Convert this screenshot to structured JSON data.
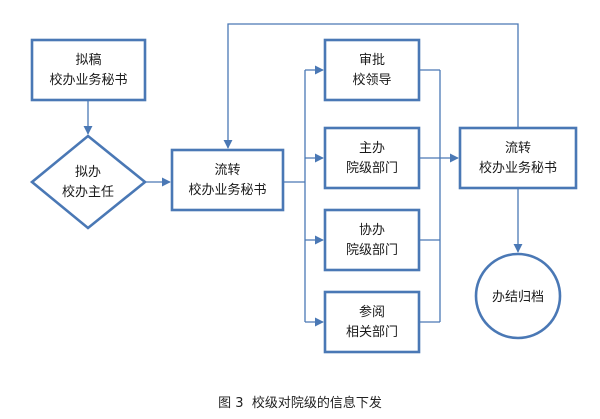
{
  "diagram": {
    "nodes": {
      "draft": {
        "line1": "拟稿",
        "line2": "校办业务秘书"
      },
      "director": {
        "line1": "拟办",
        "line2": "校办主任"
      },
      "circulate1": {
        "line1": "流转",
        "line2": "校办业务秘书"
      },
      "approve": {
        "line1": "审批",
        "line2": "校领导"
      },
      "lead_dept": {
        "line1": "主办",
        "line2": "院级部门"
      },
      "assist_dept": {
        "line1": "协办",
        "line2": "院级部门"
      },
      "review_dept": {
        "line1": "参阅",
        "line2": "相关部门"
      },
      "circulate2": {
        "line1": "流转",
        "line2": "校办业务秘书"
      },
      "archive": {
        "label": "办结归档"
      }
    },
    "caption": "图 3  校级对院级的信息下发",
    "colors": {
      "stroke": "#4a78b5",
      "text": "#1a1a1a"
    }
  }
}
